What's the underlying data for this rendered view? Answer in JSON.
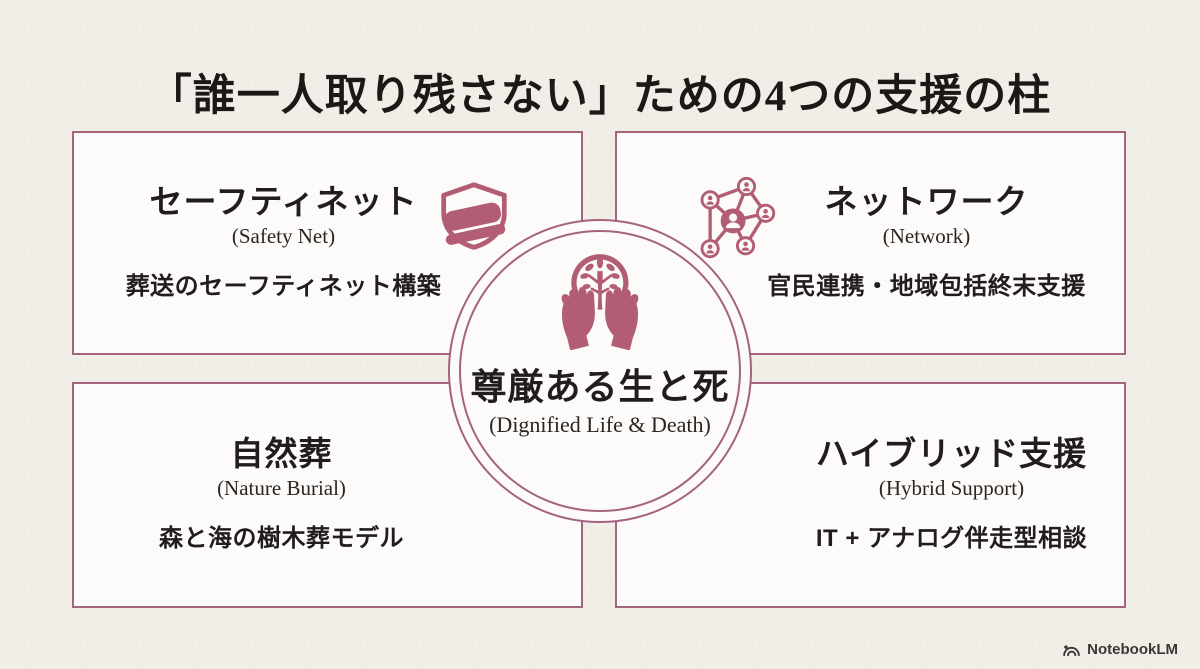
{
  "title": "「誰一人取り残さない」ための4つの支援の柱",
  "center": {
    "heading": "尊厳ある生と死",
    "subheading": "(Dignified Life & Death)",
    "icon": "hands-holding-tree-icon"
  },
  "pillars": [
    {
      "name": "safety-net",
      "heading": "セーフティネット",
      "subheading": "(Safety Net)",
      "description": "葬送のセーフティネット構築",
      "icon": "shield-blanket-icon"
    },
    {
      "name": "network",
      "heading": "ネットワーク",
      "subheading": "(Network)",
      "description": "官民連携・地域包括終末支援",
      "icon": "people-network-icon"
    },
    {
      "name": "nature-burial",
      "heading": "自然葬",
      "subheading": "(Nature Burial)",
      "description": "森と海の樹木葬モデル",
      "icon": "tree-and-wave-icon"
    },
    {
      "name": "hybrid-support",
      "heading": "ハイブリッド支援",
      "subheading": "(Hybrid Support)",
      "description": "IT + アナログ伴走型相談",
      "icon": "tablet-and-elderly-couple-icon"
    }
  ],
  "footer": {
    "brand": "NotebookLM"
  },
  "colors": {
    "accent": "#b25d75",
    "border": "#a4647e",
    "background": "#f1eee7",
    "card": "#fcfbf9",
    "text": "#201d1c",
    "footer_text": "#3a3734"
  }
}
